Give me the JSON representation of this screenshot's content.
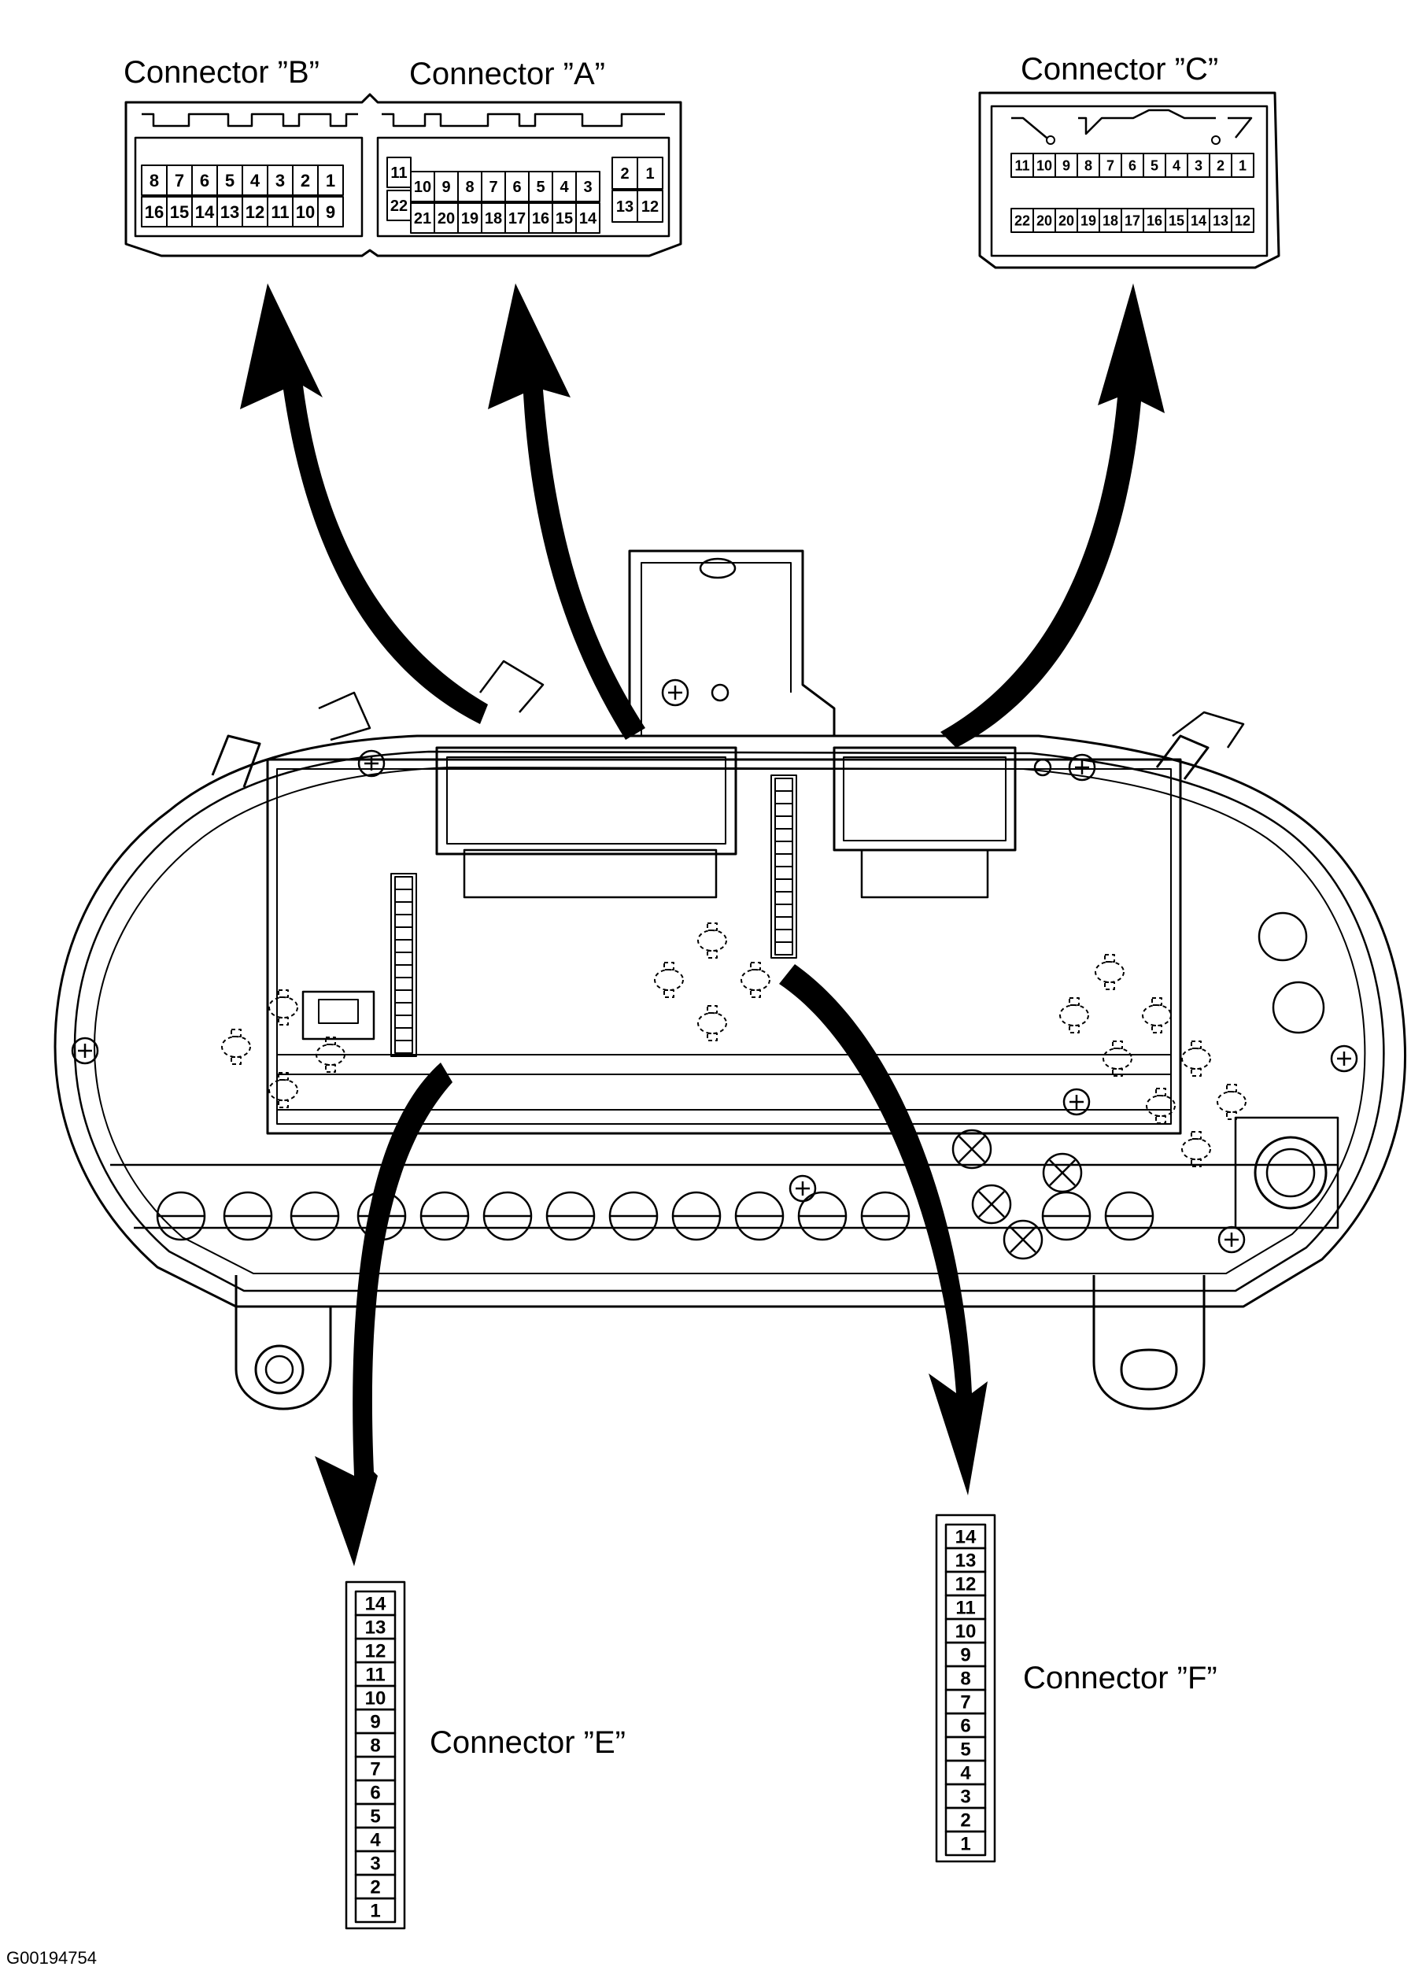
{
  "title": "",
  "figure_code": "G00194754",
  "connectors": {
    "A": {
      "label": "Connector ”A”",
      "top_row": [
        "11",
        "10",
        "9",
        "8",
        "7",
        "6",
        "5",
        "4",
        "3",
        "2",
        "1"
      ],
      "bottom_row": [
        "22",
        "21",
        "20",
        "19",
        "18",
        "17",
        "16",
        "15",
        "14",
        "13",
        "12"
      ]
    },
    "B": {
      "label": "Connector ”B”",
      "top_row": [
        "8",
        "7",
        "6",
        "5",
        "4",
        "3",
        "2",
        "1"
      ],
      "bottom_row": [
        "16",
        "15",
        "14",
        "13",
        "12",
        "11",
        "10",
        "9"
      ]
    },
    "C": {
      "label": "Connector ”C”",
      "top_row": [
        "11",
        "10",
        "9",
        "8",
        "7",
        "6",
        "5",
        "4",
        "3",
        "2",
        "1"
      ],
      "bottom_row": [
        "22",
        "20",
        "20",
        "19",
        "18",
        "17",
        "16",
        "15",
        "14",
        "13",
        "12"
      ]
    },
    "E": {
      "label": "Connector ”E”",
      "pins": [
        "14",
        "13",
        "12",
        "11",
        "10",
        "9",
        "8",
        "7",
        "6",
        "5",
        "4",
        "3",
        "2",
        "1"
      ]
    },
    "F": {
      "label": "Connector ”F”",
      "pins": [
        "14",
        "13",
        "12",
        "11",
        "10",
        "9",
        "8",
        "7",
        "6",
        "5",
        "4",
        "3",
        "2",
        "1"
      ]
    }
  },
  "colors": {
    "ink": "#000000",
    "paper": "#ffffff"
  }
}
